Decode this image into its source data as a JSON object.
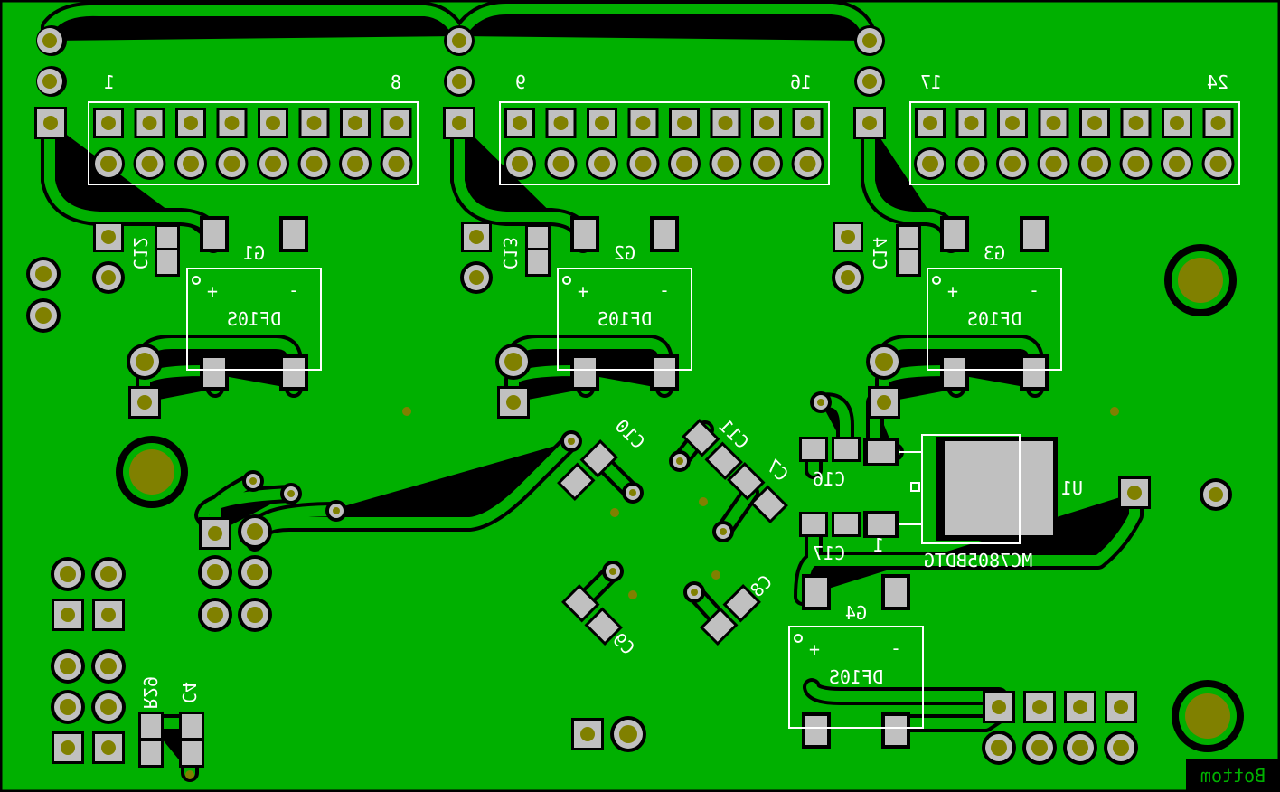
{
  "board": {
    "layer_name": "Bottom",
    "colors": {
      "copper": "#00b000",
      "clearance": "#000000",
      "pad": "#c0c0c0",
      "drill": "#808000",
      "silkscreen": "#ffffff"
    }
  },
  "headers": [
    {
      "first_pin": "1",
      "last_pin": "8"
    },
    {
      "first_pin": "9",
      "last_pin": "16"
    },
    {
      "first_pin": "17",
      "last_pin": "24"
    }
  ],
  "bridges": [
    {
      "ref": "G1",
      "part": "DF10S",
      "plus": "+",
      "minus": "-"
    },
    {
      "ref": "G2",
      "part": "DF10S",
      "plus": "+",
      "minus": "-"
    },
    {
      "ref": "G3",
      "part": "DF10S",
      "plus": "+",
      "minus": "-"
    },
    {
      "ref": "G4",
      "part": "DF10S",
      "plus": "+",
      "minus": "-"
    }
  ],
  "capacitors": [
    "C12",
    "C13",
    "C14",
    "C10",
    "C11",
    "C7",
    "C9",
    "C8",
    "C16",
    "C17",
    "C4"
  ],
  "resistors": [
    "R29"
  ],
  "regulator": {
    "ref": "U1",
    "part": "MC7805BDTG",
    "pin1": "1"
  }
}
